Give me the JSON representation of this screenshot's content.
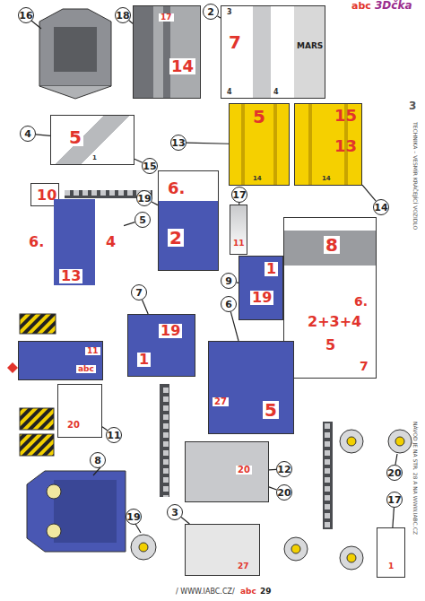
{
  "diagram": {
    "nodes": [
      {
        "text": [
          "17",
          "14"
        ]
      },
      {
        "text": [
          "3",
          "7",
          "MARS",
          "4",
          "4"
        ]
      },
      {
        "text": [
          "5",
          "1"
        ]
      },
      {
        "text": [
          "10"
        ]
      },
      {
        "text": [
          "5",
          "14"
        ]
      },
      {
        "text": [
          "15",
          "13",
          "14"
        ]
      },
      {
        "text": [
          "6.",
          "2"
        ]
      },
      {
        "text": [
          "6.",
          "4",
          "13"
        ]
      },
      {
        "text": [
          "11"
        ]
      },
      {
        "text": [
          "8",
          "2+3+4",
          "5",
          "6.",
          "7"
        ]
      },
      {
        "text": [
          "1",
          "19"
        ]
      },
      {
        "text": [
          "19",
          "1"
        ]
      },
      {
        "text": [
          "27",
          "5"
        ]
      },
      {
        "text": [
          "11",
          "abc"
        ]
      },
      {
        "text": [
          "20"
        ]
      },
      {
        "text": [
          "20"
        ]
      },
      {
        "text": [
          "27"
        ]
      },
      {
        "text": [
          "1"
        ]
      },
      {
        "text": [
          "16"
        ]
      },
      {
        "text": [
          "18"
        ]
      },
      {
        "text": [
          "2"
        ]
      },
      {
        "text": [
          "4"
        ]
      },
      {
        "text": [
          "15"
        ]
      },
      {
        "text": [
          "13"
        ]
      },
      {
        "text": [
          "14"
        ]
      },
      {
        "text": [
          "19"
        ]
      },
      {
        "text": [
          "5"
        ]
      },
      {
        "text": [
          "17"
        ]
      },
      {
        "text": [
          "7"
        ]
      },
      {
        "text": [
          "9"
        ]
      },
      {
        "text": [
          "6"
        ]
      },
      {
        "text": [
          "11"
        ]
      },
      {
        "text": [
          "8"
        ]
      },
      {
        "text": [
          "12"
        ]
      },
      {
        "text": [
          "19"
        ]
      },
      {
        "text": [
          "3"
        ]
      },
      {
        "text": [
          "20"
        ]
      },
      {
        "text": [
          "17"
        ]
      },
      {
        "text": [
          "20"
        ]
      }
    ],
    "edges": [
      {
        "from": 19,
        "to": 0,
        "arrow": "none"
      },
      {
        "from": 20,
        "to": 1,
        "arrow": "none"
      },
      {
        "from": 21,
        "to": 2,
        "arrow": "none"
      },
      {
        "from": 22,
        "to": 2,
        "arrow": "none"
      },
      {
        "from": 23,
        "to": 4,
        "arrow": "none"
      },
      {
        "from": 24,
        "to": 5,
        "arrow": "none"
      },
      {
        "from": 25,
        "to": 6,
        "arrow": "none"
      },
      {
        "from": 26,
        "to": 7,
        "arrow": "none"
      },
      {
        "from": 27,
        "to": 8,
        "arrow": "none"
      },
      {
        "from": 28,
        "to": 11,
        "arrow": "none"
      },
      {
        "from": 29,
        "to": 10,
        "arrow": "none"
      },
      {
        "from": 30,
        "to": 12,
        "arrow": "none"
      },
      {
        "from": 31,
        "to": 14,
        "arrow": "none"
      },
      {
        "from": 33,
        "to": 15,
        "arrow": "none"
      },
      {
        "from": 35,
        "to": 16,
        "arrow": "none"
      },
      {
        "from": 37,
        "to": 17,
        "arrow": "none"
      },
      {
        "from": 38,
        "to": 15,
        "arrow": "none"
      }
    ],
    "labels": [
      "abc",
      "3Dčka",
      "3",
      "TECHNIKA – VESMÍR KRÁČEJÍCÍ VOZIDLO",
      "NÁVOD JE NA STR. 28 A NA WWW.IABC.CZ",
      "/ WWW.IABC.CZ/",
      "abc",
      "29"
    ]
  }
}
